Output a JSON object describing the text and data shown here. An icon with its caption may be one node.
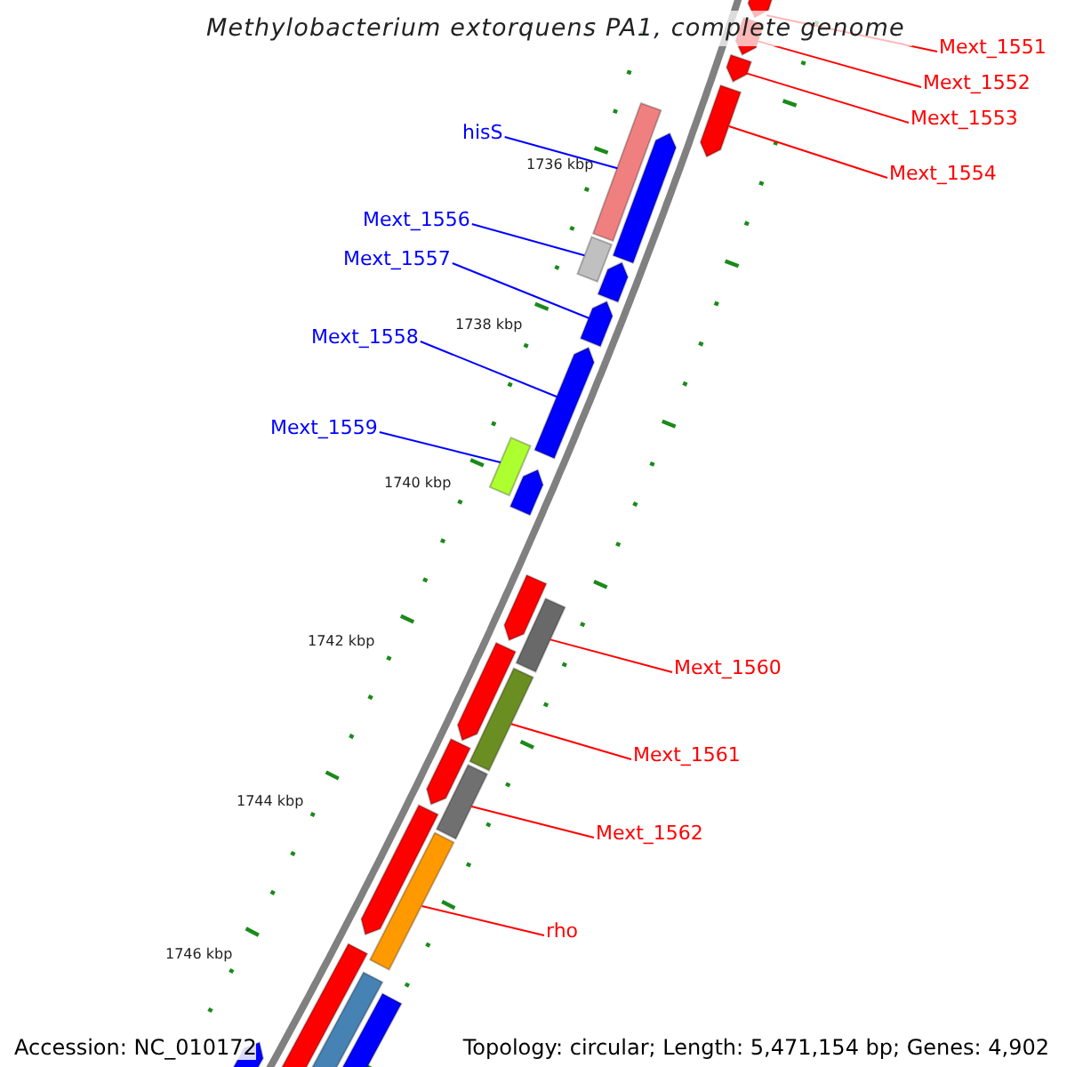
{
  "diagram": {
    "title": "Methylobacterium extorquens PA1, complete genome",
    "nodes": [
      {
        "text": [
          "Mext_1551"
        ]
      },
      {
        "text": [
          "Mext_1552"
        ]
      },
      {
        "text": [
          "Mext_1553"
        ]
      },
      {
        "text": [
          "Mext_1554"
        ]
      },
      {
        "text": [
          "hisS"
        ]
      },
      {
        "text": [
          "Mext_1556"
        ]
      },
      {
        "text": [
          "Mext_1557"
        ]
      },
      {
        "text": [
          "Mext_1558"
        ]
      },
      {
        "text": [
          "Mext_1559"
        ]
      },
      {
        "text": [
          "Mext_1560"
        ]
      },
      {
        "text": [
          "Mext_1561"
        ]
      },
      {
        "text": [
          "Mext_1562"
        ]
      },
      {
        "text": [
          "rho"
        ]
      },
      {
        "text": [],
        "shape": "bar"
      },
      {
        "text": [],
        "shape": "bar"
      },
      {
        "text": [],
        "shape": "bar"
      },
      {
        "text": [],
        "shape": "bar"
      },
      {
        "text": [],
        "shape": "bar"
      },
      {
        "text": [],
        "shape": "bar"
      },
      {
        "text": [],
        "shape": "bar"
      },
      {
        "text": [],
        "shape": "bar"
      },
      {
        "text": [],
        "shape": "bar"
      },
      {
        "text": [],
        "shape": "bar"
      },
      {
        "text": [],
        "shape": "bar"
      },
      {
        "text": [],
        "shape": "bar"
      },
      {
        "text": [],
        "shape": "bar"
      },
      {
        "text": [],
        "shape": "bar"
      },
      {
        "text": [],
        "shape": "bar"
      },
      {
        "text": [],
        "shape": "bar"
      },
      {
        "text": [],
        "shape": "bar"
      },
      {
        "text": [],
        "shape": "bar"
      },
      {
        "text": [],
        "shape": "bar"
      },
      {
        "text": [],
        "shape": "bar"
      },
      {
        "text": [],
        "shape": "bar"
      },
      {
        "text": [],
        "shape": "bar"
      },
      {
        "text": [],
        "shape": "bar"
      },
      {
        "text": [],
        "shape": "bar"
      }
    ],
    "edges": [
      {
        "from": 0,
        "to": 13,
        "arrow": "none"
      },
      {
        "from": 1,
        "to": 14,
        "arrow": "none"
      },
      {
        "from": 2,
        "to": 15,
        "arrow": "none"
      },
      {
        "from": 3,
        "to": 16,
        "arrow": "none"
      },
      {
        "from": 4,
        "to": 17,
        "arrow": "none",
        "color": "#0000ff"
      },
      {
        "from": 5,
        "to": 19,
        "arrow": "none",
        "color": "#0000ff"
      },
      {
        "from": 6,
        "to": 21,
        "arrow": "none",
        "color": "#0000ff"
      },
      {
        "from": 7,
        "to": 22,
        "arrow": "none",
        "color": "#0000ff"
      },
      {
        "from": 8,
        "to": 23,
        "arrow": "none",
        "color": "#0000ff"
      },
      {
        "from": 9,
        "to": 26,
        "arrow": "none"
      },
      {
        "from": 10,
        "to": 28,
        "arrow": "none"
      },
      {
        "from": 11,
        "to": 30,
        "arrow": "none"
      },
      {
        "from": 12,
        "to": 32,
        "arrow": "none"
      }
    ],
    "labels": [
      "1736 kbp",
      "1738 kbp",
      "1740 kbp",
      "1742 kbp",
      "1744 kbp",
      "1746 kbp",
      "Accession: NC_010172",
      "Topology: circular; Length: 5,471,154 bp; Genes: 4,902"
    ]
  }
}
